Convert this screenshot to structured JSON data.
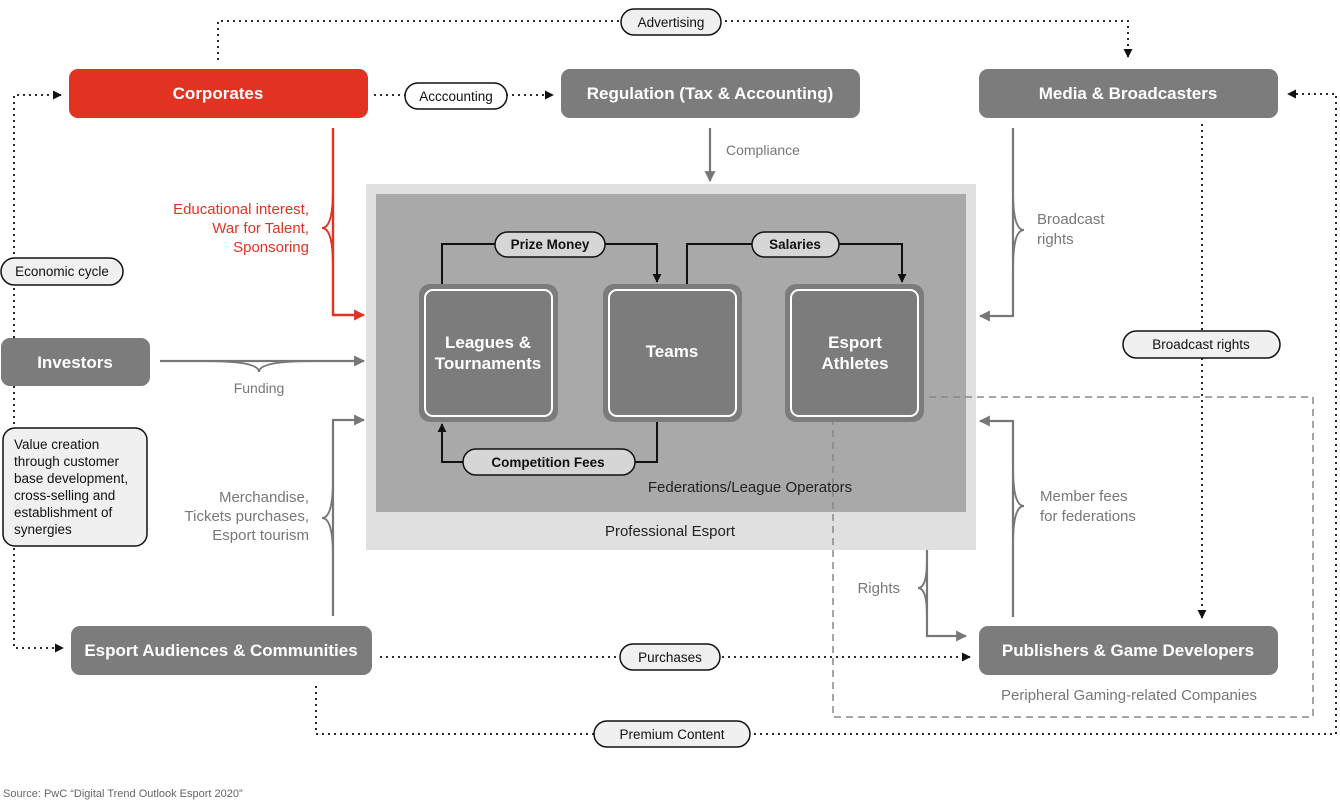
{
  "nodes": {
    "corporates": "Corporates",
    "regulation": "Regulation (Tax & Accounting)",
    "media": "Media & Broadcasters",
    "investors": "Investors",
    "audiences": "Esport Audiences & Communities",
    "publishers": "Publishers & Game Developers",
    "leagues_line1": "Leagues &",
    "leagues_line2": "Tournaments",
    "teams": "Teams",
    "athletes_line1": "Esport",
    "athletes_line2": "Athletes"
  },
  "containers": {
    "federations": "Federations/League Operators",
    "professional": "Professional Esport",
    "peripheral": "Peripheral Gaming-related Companies"
  },
  "pills": {
    "advertising": "Advertising",
    "accounting": "Acccounting",
    "economic_cycle": "Economic cycle",
    "broadcast_rights": "Broadcast rights",
    "purchases": "Purchases",
    "premium_content": "Premium Content",
    "prize_money": "Prize Money",
    "salaries": "Salaries",
    "competition_fees": "Competition Fees"
  },
  "labels": {
    "compliance": "Compliance",
    "funding": "Funding",
    "rights": "Rights",
    "corporate_interest": [
      "Educational interest,",
      "War for Talent,",
      "Sponsoring"
    ],
    "merchandise": [
      "Merchandise,",
      "Tickets purchases,",
      "Esport tourism"
    ],
    "broadcast": [
      "Broadcast",
      "rights"
    ],
    "member_fees": [
      "Member fees",
      "for federations"
    ]
  },
  "note": [
    "Value creation",
    "through customer",
    "base development,",
    "cross-selling and",
    "establishment of",
    "synergies"
  ],
  "source": "Source: PwC “Digital Trend Outlook Esport 2020”",
  "colors": {
    "node_gray": "#7c7c7c",
    "accent_red": "#e03322",
    "outer_container": "#e0e0e0",
    "inner_container": "#a9a9a9"
  }
}
